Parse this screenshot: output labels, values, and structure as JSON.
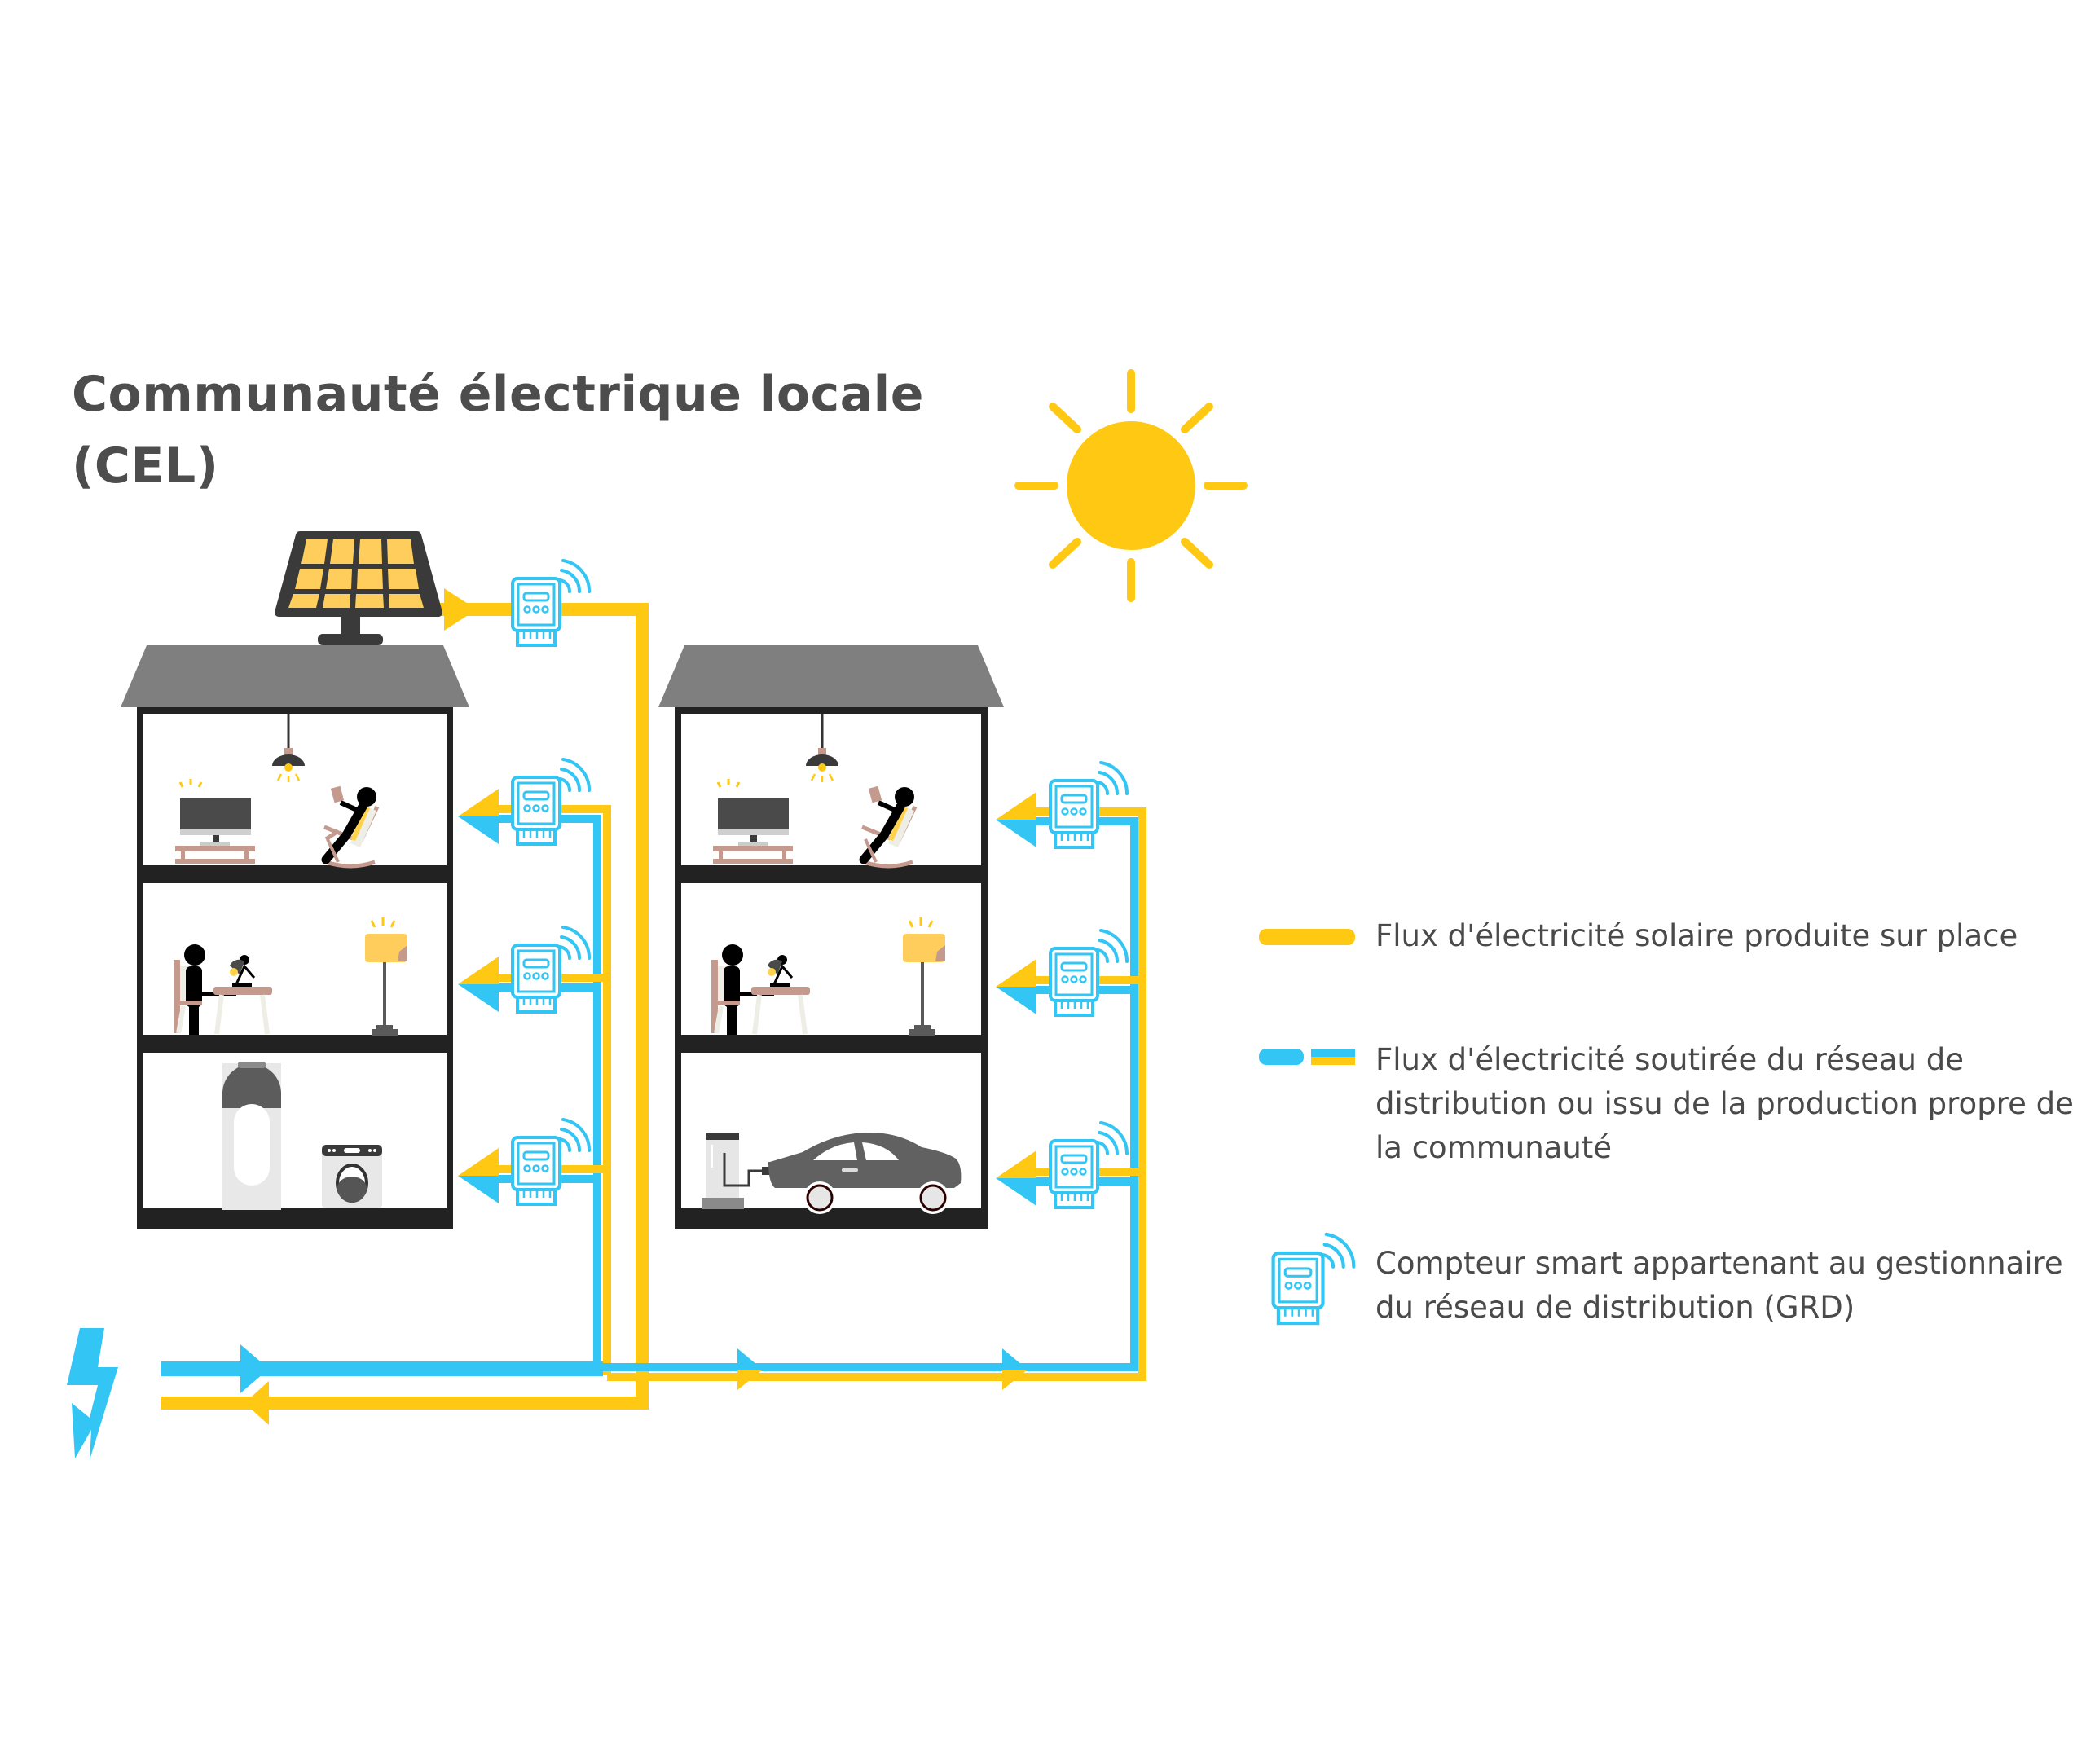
{
  "title": {
    "line1": "Communauté électrique locale",
    "line2": "(CEL)"
  },
  "colors": {
    "solar_flow": "#ffc812",
    "grid_flow": "#33c6f5",
    "meter": "#33c6f5",
    "roof": "#7f7f7f",
    "walls": "#222222",
    "text": "#4d4d4d",
    "furniture": "#c49a8f"
  },
  "legend": [
    {
      "swatch": "solid-yellow-line",
      "text": "Flux d'électricité solaire produite sur place"
    },
    {
      "swatch": "blue-and-blue-yellow-line",
      "text": "Flux d'électricité soutirée du réseau de distribution ou issu de la production propre de la communauté"
    },
    {
      "swatch": "smart-meter-icon",
      "text": "Compteur smart appartenant au gestionnaire du réseau de distribution (GRD)"
    }
  ],
  "diagram": {
    "icons": [
      "sun-icon",
      "solar-panel-icon",
      "lightning-bolt-icon"
    ],
    "buildings": [
      {
        "name": "building-left",
        "has_solar_panel": true,
        "floors": [
          "living-room-tv-rocking-chair",
          "office-desk-floor-lamp",
          "basement-water-heater-washing-machine"
        ],
        "meters": 4
      },
      {
        "name": "building-right",
        "has_solar_panel": false,
        "floors": [
          "living-room-tv-rocking-chair",
          "office-desk-floor-lamp",
          "garage-ev-charger-car"
        ],
        "meters": 3
      }
    ]
  }
}
